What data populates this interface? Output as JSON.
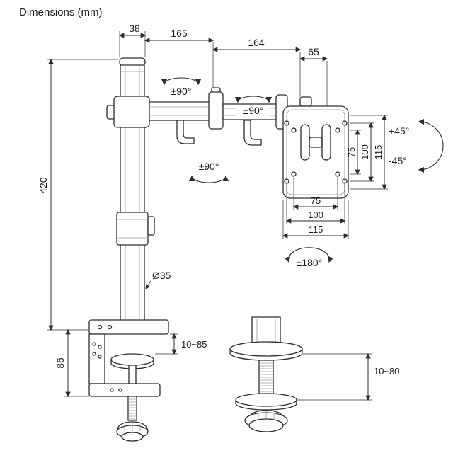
{
  "title": "Dimensions (mm)",
  "colors": {
    "line": "#2d2d2d",
    "text": "#1c1c1c",
    "background": "#ffffff"
  },
  "dimensions": {
    "pole_top_width": "38",
    "arm_segment_1": "165",
    "arm_segment_2": "164",
    "vesa_offset": "65",
    "pole_height": "420",
    "clamp_bracket_height": "86",
    "pole_diameter": "Ø35",
    "clamp_desk_range": "10~85",
    "grommet_desk_range": "10~80"
  },
  "vesa": {
    "vertical": {
      "inner": "75",
      "middle": "100",
      "outer": "115"
    },
    "horizontal": {
      "inner": "75",
      "middle": "100",
      "outer": "115"
    }
  },
  "rotation": {
    "pole_swivel": "±90°",
    "arm_swivel": "±90°",
    "lower_swivel": "±90°",
    "tilt_up": "+45°",
    "tilt_down": "-45°",
    "plate_rotation": "±180°"
  }
}
